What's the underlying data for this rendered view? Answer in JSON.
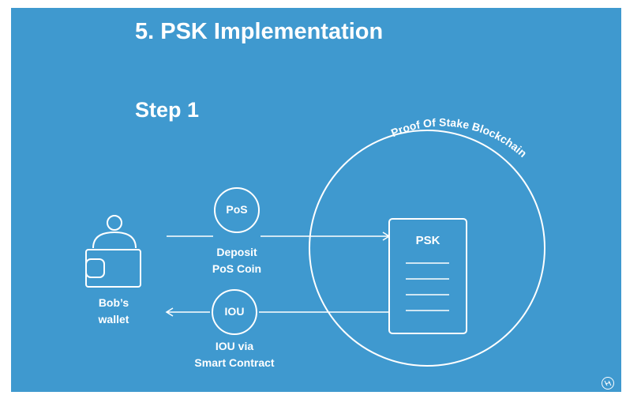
{
  "slide": {
    "title": "5. PSK Implementation",
    "step": "Step 1"
  },
  "diagram": {
    "blockchain_label": "Proof Of Stake Blockchain",
    "contract_label": "PSK",
    "wallet": {
      "line1": "Bob’s",
      "line2": "wallet"
    },
    "deposit": {
      "token": "PoS",
      "line1": "Deposit",
      "line2": "PoS Coin"
    },
    "iou": {
      "token": "IOU",
      "line1": "IOU via",
      "line2": "Smart Contract"
    }
  },
  "colors": {
    "background": "#3f99cf",
    "foreground": "#ffffff"
  },
  "icons": [
    "person-wallet-icon",
    "arrow-right-icon",
    "arrow-left-icon",
    "document-icon",
    "logo-icon"
  ]
}
